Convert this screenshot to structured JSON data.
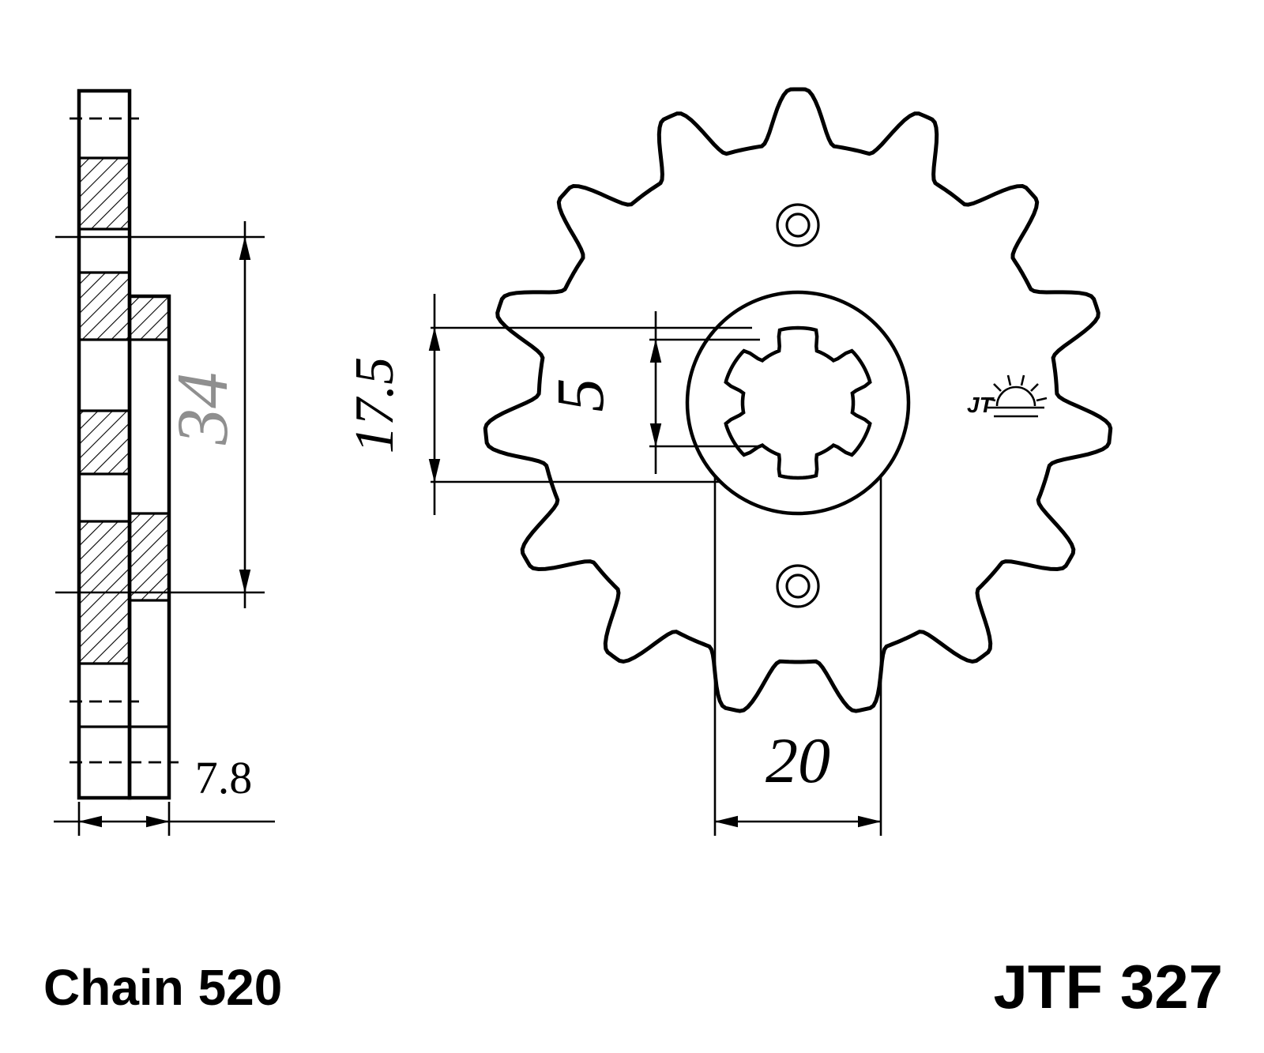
{
  "labels": {
    "chain": "Chain 520",
    "part": "JTF 327"
  },
  "dims": {
    "side_height": "34",
    "side_width": "7.8",
    "front_offset": "17.5",
    "spline": "5",
    "hub": "20"
  },
  "logo": {
    "text": "JT"
  },
  "gear": {
    "teeth": 15,
    "splines": 6
  },
  "colors": {
    "line": "#000000",
    "dim_gray": "#8f8f8f",
    "background": "#ffffff"
  }
}
